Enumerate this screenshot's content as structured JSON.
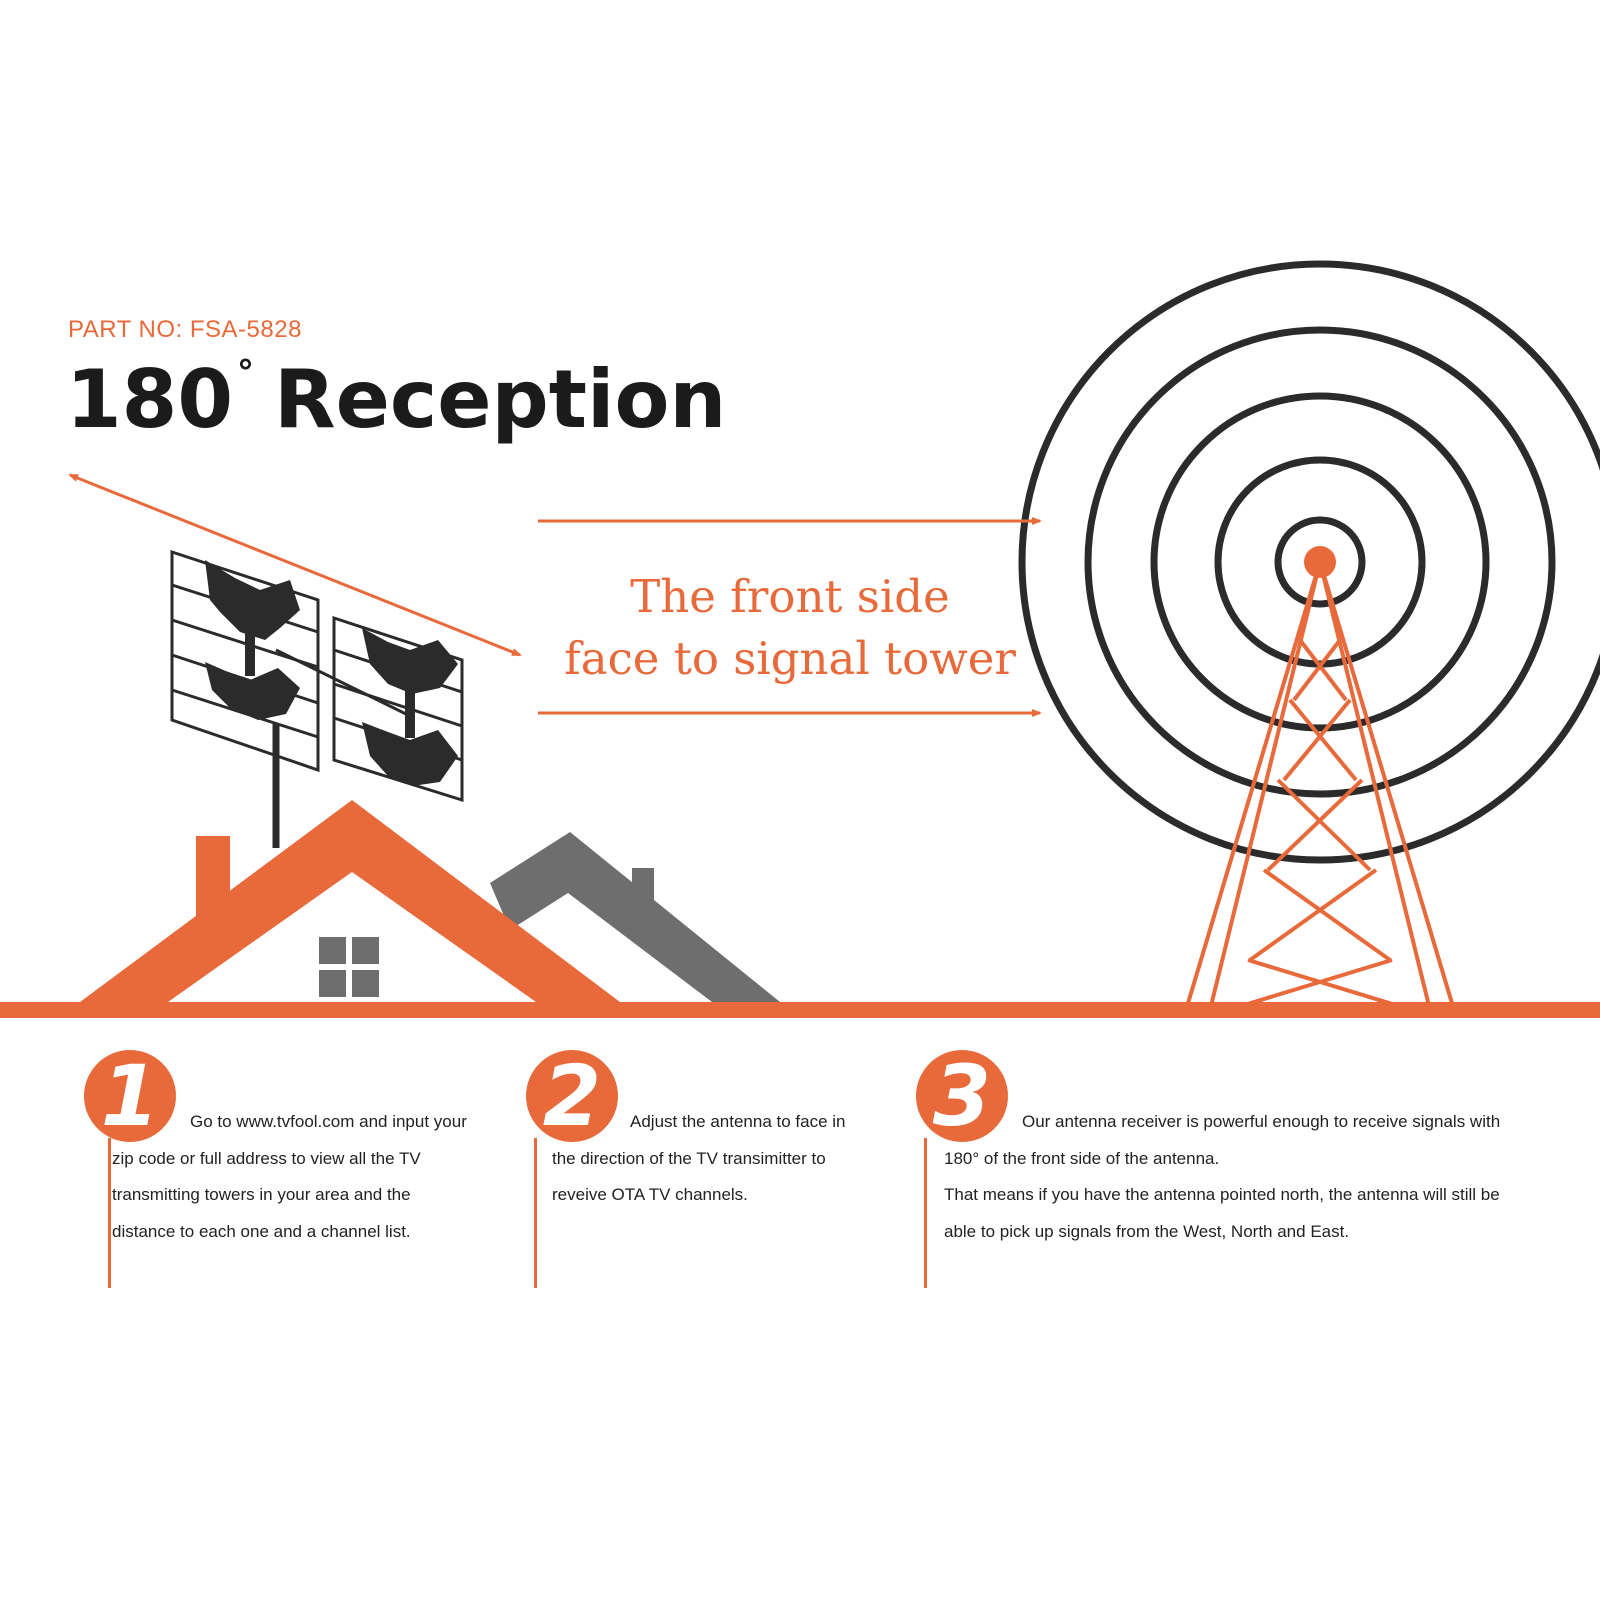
{
  "header": {
    "part_no": "PART NO: FSA-5828",
    "title_number": "180",
    "title_degree": "°",
    "title_word": "Reception"
  },
  "tagline": {
    "line1": "The front side",
    "line2": "face to signal tower"
  },
  "steps": [
    {
      "number": "1",
      "text": "Go to www.tvfool.com and input your zip code or full address to view all the TV transmitting towers in your area and the distance to each one and a channel list."
    },
    {
      "number": "2",
      "text": "Adjust the antenna to face in the direction of the TV transimitter to reveive OTA TV channels."
    },
    {
      "number": "3",
      "text": "Our antenna receiver is powerful enough to receive signals with 180° of the front side of the antenna.",
      "text2": "That means if you have the antenna pointed north, the antenna will still be able to pick up signals from the West, North and East."
    }
  ],
  "colors": {
    "accent": "#e8693a",
    "dark": "#2b2b2b",
    "roof_secondary": "#6e6e6e"
  }
}
